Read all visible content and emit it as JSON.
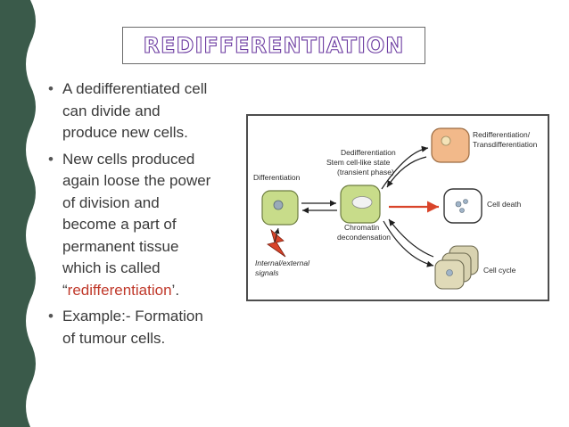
{
  "colors": {
    "side_panel": "#3a5a4a",
    "title_outline": "#6b3aa0",
    "highlight": "#c0392b",
    "cell_green": "#c8dc8a",
    "cell_orange": "#f2b98a",
    "arrow_red": "#d9442a"
  },
  "title": "REDIFFERENTIATION",
  "bullets": [
    {
      "lines": [
        "A dedifferentiated cell",
        "can divide and",
        "produce new cells."
      ]
    },
    {
      "lines": [
        "New cells produced",
        "again loose the power",
        "of division and",
        "become a part of",
        "permanent tissue",
        "which is called"
      ],
      "quote_open": "“",
      "highlight": "redifferentiation",
      "quote_close": "’."
    },
    {
      "lines": [
        "Example:- Formation",
        "of  tumour cells."
      ]
    }
  ],
  "figure": {
    "labels": {
      "differentiation": "Differentiation",
      "dediff_1": "Dedifferentiation",
      "dediff_2": "Stem cell-like  state",
      "dediff_3": "(transient phase)",
      "chromatin_1": "Chromatin",
      "chromatin_2": "decondensation",
      "signals_1": "Internal/external",
      "signals_2": "signals",
      "rediff_1": "Redifferentiation/",
      "rediff_2": "Transdifferentiation",
      "cell_death": "Cell death",
      "cell_cycle": "Cell cycle"
    },
    "icons": [
      "lightning-icon"
    ]
  }
}
